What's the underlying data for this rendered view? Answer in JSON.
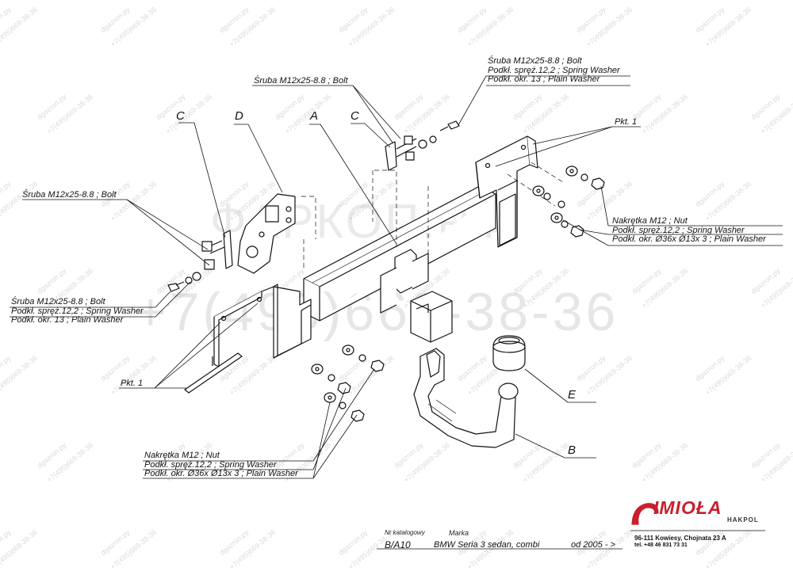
{
  "labels": {
    "bolt_top_center": "Śruba M12x25-8.8 ;  Bolt",
    "bolt_top_right": [
      "Śruba M12x25-8.8 ;  Bolt",
      "Podkł. spręż.12,2 ; Spring Washer",
      "Podkł. okr. 13 ; Plain Washer"
    ],
    "bolt_left": "Śruba M12x25-8.8 ;  Bolt",
    "bolt_lower_left": [
      "Śruba M12x25-8.8 ;  Bolt",
      "Podkł. spręż.12,2 ; Spring Washer",
      "Podkł. okr. 13 ; Plain Washer"
    ],
    "nut_right": [
      "Nakrętka  M12 ; Nut",
      "Podkł. spręż.12,2 ; Spring Washer",
      "Podkł. okr.  Ø36x Ø13x 3 ; Plain Washer"
    ],
    "nut_bottom": [
      "Nakrętka  M12 ; Nut",
      "Podkł. spręż.12,2 ; Spring Washer",
      "Podkł. okr.  Ø36x Ø13x 3 ; Plain Washer"
    ],
    "pkt_right": "Pkt. 1",
    "pkt_left": "Pkt. 1"
  },
  "letters": {
    "c_left": "C",
    "d": "D",
    "a": "A",
    "c_right": "C",
    "e": "E",
    "b": "B"
  },
  "watermark": {
    "small": [
      "dgazron.ру",
      "+7(495)669-38-36"
    ],
    "big": "+7(495)669-38-36",
    "mid": "ФАРКОП.РФ"
  },
  "title_block": {
    "catalog_header": "Nr katalogowy",
    "brand_header": "Marka",
    "catalog_no": "B/A10",
    "model": "BMW Seria 3 sedan, combi",
    "from": "od 2005 - >",
    "company": "IMIOŁA",
    "company_sub": "HAKPOL",
    "address": "96-111 Kowiesy, Chojnata 23 A",
    "phone": "tel. +48 46 831 73 31"
  },
  "colors": {
    "logo_red": "#c8202e",
    "line": "#111111",
    "watermark": "#8c8c8c"
  }
}
